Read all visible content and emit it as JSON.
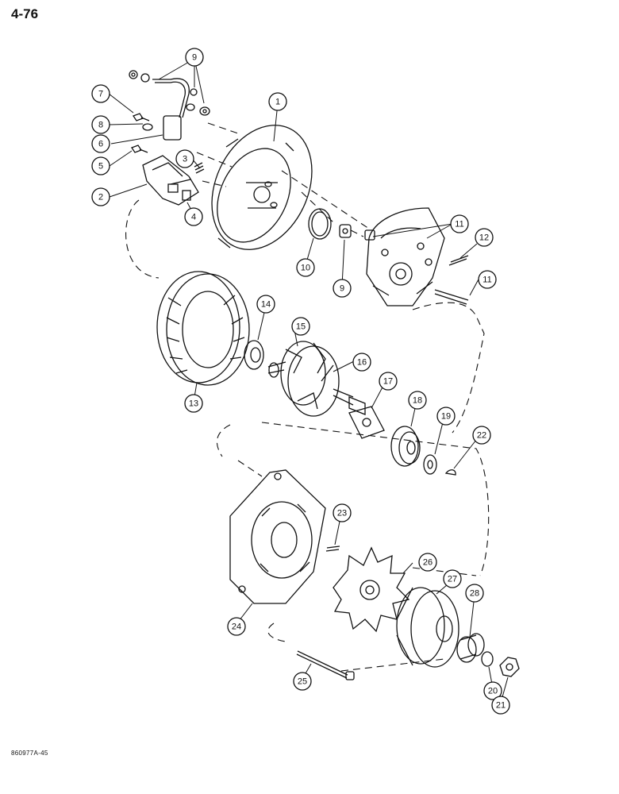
{
  "page_number": "4-76",
  "document_code": "860977A-45",
  "colors": {
    "line": "#111111",
    "background": "#ffffff"
  },
  "callouts": [
    {
      "id": "c1",
      "label": "1"
    },
    {
      "id": "c2",
      "label": "2"
    },
    {
      "id": "c3",
      "label": "3"
    },
    {
      "id": "c4",
      "label": "4"
    },
    {
      "id": "c5",
      "label": "5"
    },
    {
      "id": "c6",
      "label": "6"
    },
    {
      "id": "c7",
      "label": "7"
    },
    {
      "id": "c8",
      "label": "8"
    },
    {
      "id": "c9a",
      "label": "9"
    },
    {
      "id": "c9b",
      "label": "9"
    },
    {
      "id": "c10",
      "label": "10"
    },
    {
      "id": "c11a",
      "label": "11"
    },
    {
      "id": "c11b",
      "label": "11"
    },
    {
      "id": "c12",
      "label": "12"
    },
    {
      "id": "c13",
      "label": "13"
    },
    {
      "id": "c14",
      "label": "14"
    },
    {
      "id": "c15",
      "label": "15"
    },
    {
      "id": "c16",
      "label": "16"
    },
    {
      "id": "c17",
      "label": "17"
    },
    {
      "id": "c18",
      "label": "18"
    },
    {
      "id": "c19",
      "label": "19"
    },
    {
      "id": "c20",
      "label": "20"
    },
    {
      "id": "c21",
      "label": "21"
    },
    {
      "id": "c22",
      "label": "22"
    },
    {
      "id": "c23",
      "label": "23"
    },
    {
      "id": "c24",
      "label": "24"
    },
    {
      "id": "c25",
      "label": "25"
    },
    {
      "id": "c26",
      "label": "26"
    },
    {
      "id": "c27",
      "label": "27"
    },
    {
      "id": "c28",
      "label": "28"
    }
  ]
}
